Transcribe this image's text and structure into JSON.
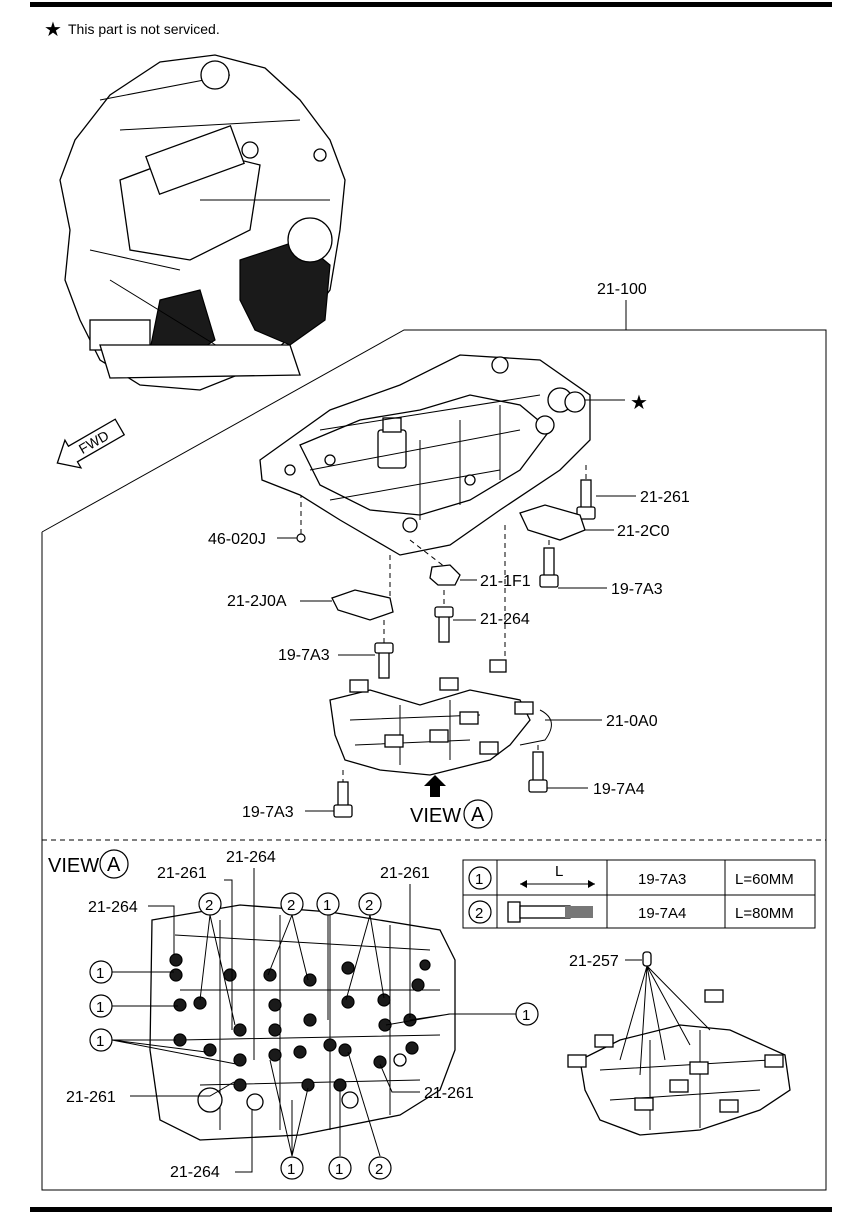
{
  "header": {
    "note_symbol": "★",
    "note_text": "This part is not serviced."
  },
  "fwd_label": "FWD",
  "callouts": {
    "c21_100": "21-100",
    "star": "★",
    "c21_261_a": "21-261",
    "c46_020j": "46-020J",
    "c21_2c0": "21-2C0",
    "c21_1f1": "21-1F1",
    "c19_7a3_a": "19-7A3",
    "c21_2j0a": "21-2J0A",
    "c21_264_a": "21-264",
    "c19_7a3_b": "19-7A3",
    "c21_0a0": "21-0A0",
    "c19_7a4": "19-7A4",
    "c19_7a3_c": "19-7A3",
    "view_word": "VIEW",
    "view_letter": "A"
  },
  "view_a": {
    "view_word": "VIEW",
    "view_letter": "A",
    "c21_264_top": "21-264",
    "c21_261_tl": "21-261",
    "c21_261_tr": "21-261",
    "c21_264_left": "21-264",
    "c21_261_left": "21-261",
    "c21_261_right": "21-261",
    "c21_264_bottom": "21-264",
    "c21_257": "21-257",
    "marker_1": "1",
    "marker_2": "2"
  },
  "bolt_table": {
    "header_L": "L",
    "rows": [
      {
        "marker": "1",
        "part": "19-7A3",
        "length": "L=60MM"
      },
      {
        "marker": "2",
        "part": "19-7A4",
        "length": "L=80MM"
      }
    ]
  },
  "icons": [
    "star-icon",
    "fwd-arrow-icon",
    "view-arrow-icon",
    "bolt-icon"
  ]
}
